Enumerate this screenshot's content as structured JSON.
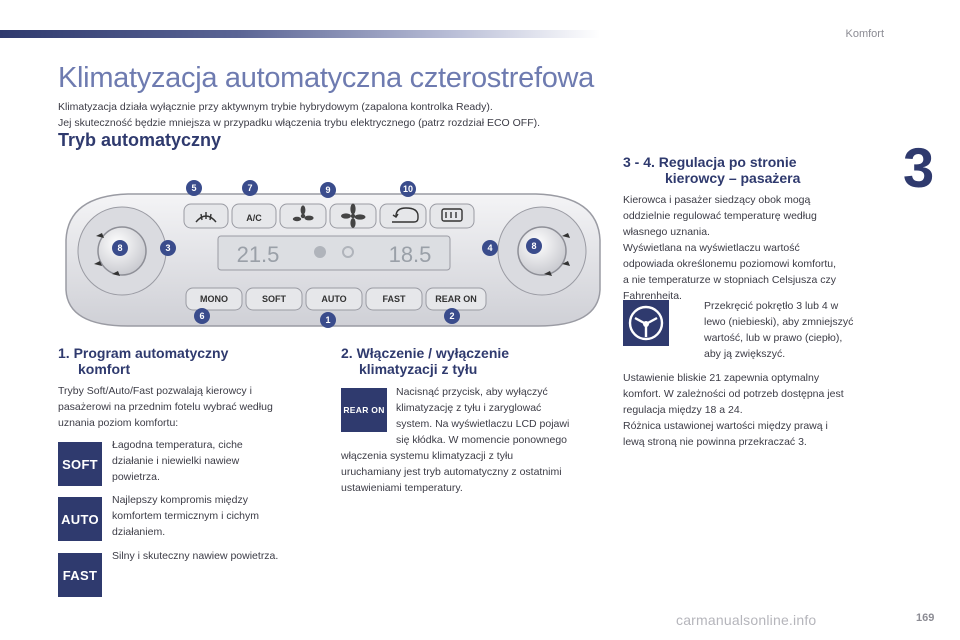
{
  "header": {
    "section_label": "Komfort",
    "chapter_number": "3"
  },
  "title": "Klimatyzacja automatyczna czterostrefowa",
  "intro_lines": [
    "Klimatyzacja działa wyłącznie przy aktywnym trybie hybrydowym (zapalona kontrolka Ready).",
    "Jej skuteczność będzie mniejsza w przypadku włączenia trybu elektrycznego (patrz rozdział ECO OFF)."
  ],
  "section_title": "Tryb automatyczny",
  "panel": {
    "display_left": "21.5",
    "display_right": "18.5",
    "buttons": [
      "MONO",
      "SOFT",
      "AUTO",
      "FAST",
      "REAR ON"
    ],
    "ac_label": "A/C",
    "callouts": [
      "1",
      "2",
      "3",
      "4",
      "5",
      "6",
      "7",
      "8",
      "8",
      "9",
      "10"
    ]
  },
  "program": {
    "heading_line1": "1. Program automatyczny",
    "heading_line2": "komfort",
    "text_lines": [
      "Tryby Soft/Auto/Fast pozwalają kierowcy i",
      "pasażerowi na przednim fotelu wybrać według",
      "uznania poziom komfortu:"
    ],
    "modes": [
      {
        "badge": "SOFT",
        "lines": [
          "Łagodna temperatura, ciche",
          "działanie i niewielki nawiew",
          "powietrza."
        ]
      },
      {
        "badge": "AUTO",
        "lines": [
          "Najlepszy kompromis między",
          "komfortem termicznym i cichym",
          "działaniem."
        ]
      },
      {
        "badge": "FAST",
        "lines": [
          "Silny i skuteczny nawiew powietrza."
        ]
      }
    ]
  },
  "rear": {
    "heading_line1": "2. Włączenie / wyłączenie",
    "heading_line2": "klimatyzacji z tyłu",
    "badge": "REAR ON",
    "text_lines": [
      "Nacisnąć przycisk, aby wyłączyć",
      "klimatyzację z tyłu i zaryglować",
      "system. Na wyświetlaczu LCD pojawi",
      "się kłódka. W momencie ponownego"
    ],
    "text_lines_full": [
      "włączenia systemu klimatyzacji z tyłu",
      "uruchamiany jest tryb automatyczny z ostatnimi",
      "ustawieniami temperatury."
    ]
  },
  "regulation": {
    "heading_line1": "3 - 4. Regulacja po stronie",
    "heading_line2": "kierowcy – pasażera",
    "text_lines": [
      "Kierowca i pasażer siedzący obok mogą",
      "oddzielnie regulować temperaturę według",
      "własnego uznania.",
      "Wyświetlana na wyświetlaczu wartość",
      "odpowiada określonemu poziomowi komfortu,",
      "a nie temperaturze w stopniach Celsjusza czy",
      "Fahrenheita."
    ],
    "bullet_marker": "",
    "bullet_lines": [
      "Przekręcić pokrętło 3 lub 4 w",
      "lewo (niebieski), aby zmniejszyć",
      "wartość, lub w prawo (ciepło),",
      "aby ją zwiększyć."
    ],
    "note_lines": [
      "Ustawienie bliskie 21 zapewnia optymalny",
      "komfort. W zależności od potrzeb dostępna jest",
      "regulacja między 18 a 24.",
      "Różnica ustawionej wartości między prawą i",
      "lewą stroną nie powinna przekraczać 3."
    ]
  },
  "footer": {
    "watermark": "carmanualsonline.info",
    "page_number": "169"
  }
}
